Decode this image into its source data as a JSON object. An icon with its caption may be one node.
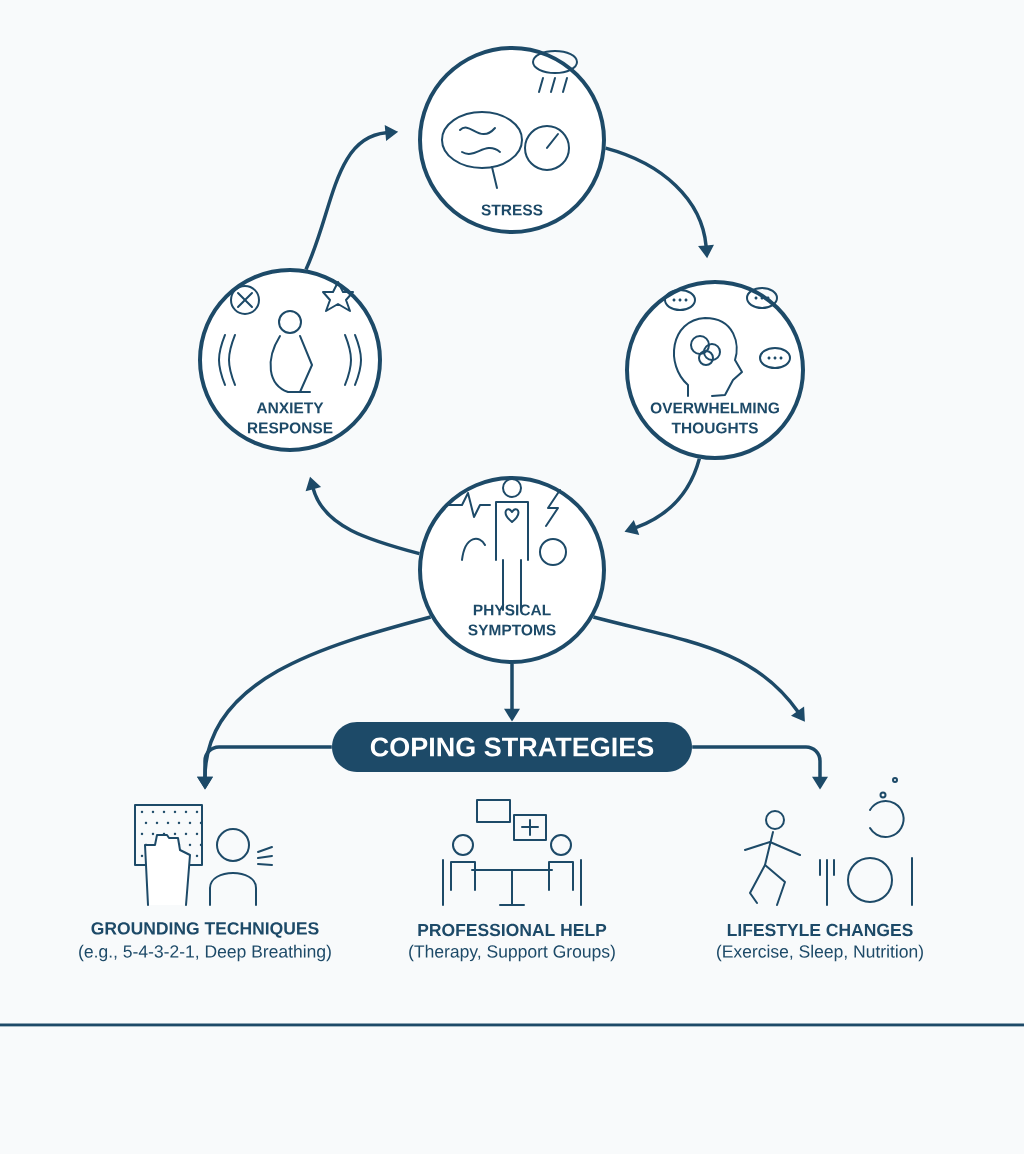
{
  "diagram": {
    "nodes": [
      {
        "text": [
          "STRESS"
        ]
      },
      {
        "text": [
          "OVERWHELMING THOUGHTS"
        ]
      },
      {
        "text": [
          "PHYSICAL SYMPTOMS"
        ]
      },
      {
        "text": [
          "ANXIETY RESPONSE"
        ]
      },
      {
        "text": [
          "COPING STRATEGIES"
        ]
      },
      {
        "text": [
          "GROUNDING TECHNIQUES",
          "(e.g., 5-4-3-2-1, Deep Breathing)"
        ]
      },
      {
        "text": [
          "PROFESSIONAL HELP",
          "(Therapy, Support Groups)"
        ]
      },
      {
        "text": [
          "LIFESTYLE CHANGES",
          "(Exercise, Sleep, Nutrition)"
        ]
      }
    ],
    "edges": [
      {
        "from": 0,
        "to": 1,
        "arrow": "to"
      },
      {
        "from": 1,
        "to": 2,
        "arrow": "to"
      },
      {
        "from": 2,
        "to": 3,
        "arrow": "to"
      },
      {
        "from": 3,
        "to": 0,
        "arrow": "to"
      },
      {
        "from": 2,
        "to": 5,
        "arrow": "to"
      },
      {
        "from": 2,
        "to": 4,
        "arrow": "to"
      },
      {
        "from": 2,
        "to": 7,
        "arrow": "to"
      },
      {
        "from": 4,
        "to": 5,
        "arrow": "to"
      },
      {
        "from": 4,
        "to": 7,
        "arrow": "to"
      }
    ]
  }
}
